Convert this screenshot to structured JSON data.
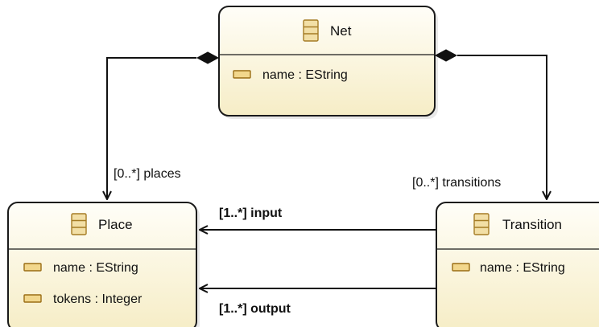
{
  "diagram": {
    "classes": {
      "net": {
        "name": "Net",
        "attributes": [
          {
            "label": "name : EString",
            "icon": "attribute-icon"
          }
        ]
      },
      "place": {
        "name": "Place",
        "attributes": [
          {
            "label": "name : EString",
            "icon": "attribute-icon"
          },
          {
            "label": "tokens : Integer",
            "icon": "attribute-icon"
          }
        ]
      },
      "transition": {
        "name": "Transition",
        "attributes": [
          {
            "label": "name : EString",
            "icon": "attribute-icon"
          }
        ]
      }
    },
    "references": {
      "places": {
        "label": "[0..*] places",
        "kind": "containment",
        "from": "Net",
        "to": "Place"
      },
      "transitions": {
        "label": "[0..*] transitions",
        "kind": "containment",
        "from": "Net",
        "to": "Transition"
      },
      "input": {
        "label": "[1..*] input",
        "kind": "reference",
        "from": "Transition",
        "to": "Place"
      },
      "output": {
        "label": "[1..*] output",
        "kind": "reference",
        "from": "Transition",
        "to": "Place"
      }
    },
    "colors": {
      "box_fill_top": "#fffef7",
      "box_fill_bottom": "#f7efc9",
      "border": "#1a1a1a",
      "icon_fill": "#f2dfa6",
      "icon_stroke": "#a57c25"
    }
  }
}
